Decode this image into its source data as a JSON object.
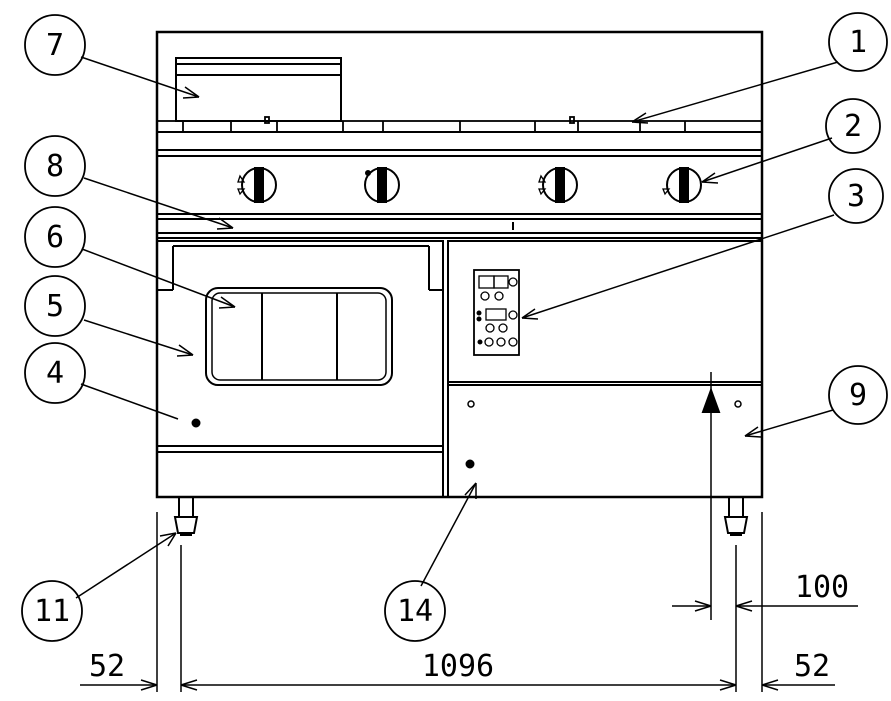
{
  "callouts": {
    "c1": "1",
    "c2": "2",
    "c3": "3",
    "c4": "4",
    "c5": "5",
    "c6": "6",
    "c7": "7",
    "c8": "8",
    "c9": "9",
    "c11": "11",
    "c14": "14"
  },
  "dimensions": {
    "left_offset": "52",
    "width": "1096",
    "right_offset": "52",
    "flue_offset": "100"
  },
  "colors": {
    "line": "#000000",
    "background": "#ffffff"
  }
}
